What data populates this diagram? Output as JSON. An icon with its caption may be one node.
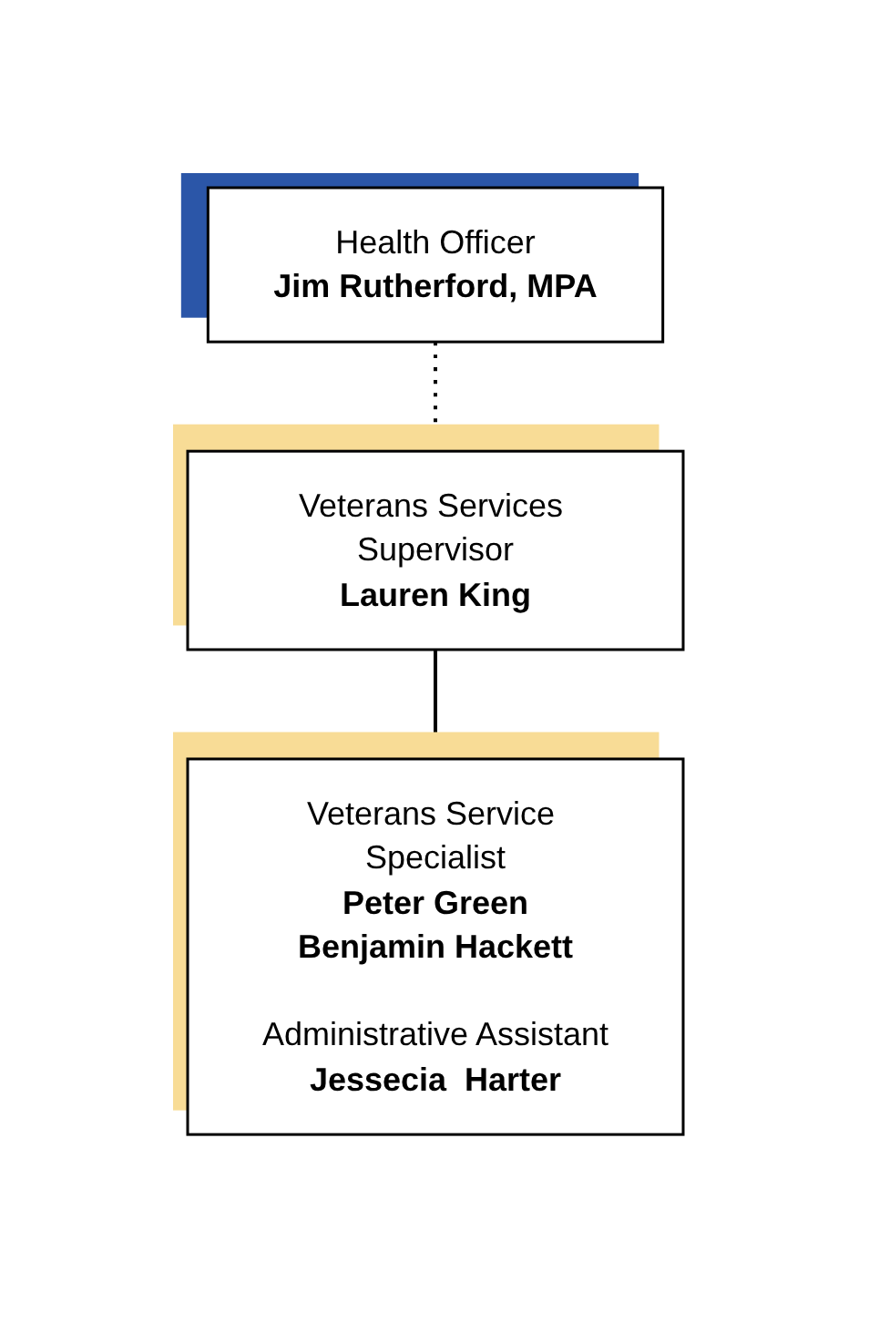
{
  "diagram": {
    "nodes": [
      {
        "text": [
          "Health Officer",
          "Jim Rutherford, MPA"
        ]
      },
      {
        "text": [
          "Veterans Services Supervisor",
          "Lauren King"
        ]
      },
      {
        "text": [
          "Veterans Service Specialist",
          "Peter Green",
          "Benjamin Hackett",
          "Administrative Assistant",
          "Jessecia  Harter"
        ]
      }
    ],
    "edges": [
      {
        "from": 0,
        "to": 1,
        "arrow": "none",
        "style": "dashed"
      },
      {
        "from": 1,
        "to": 2,
        "arrow": "none"
      }
    ]
  }
}
